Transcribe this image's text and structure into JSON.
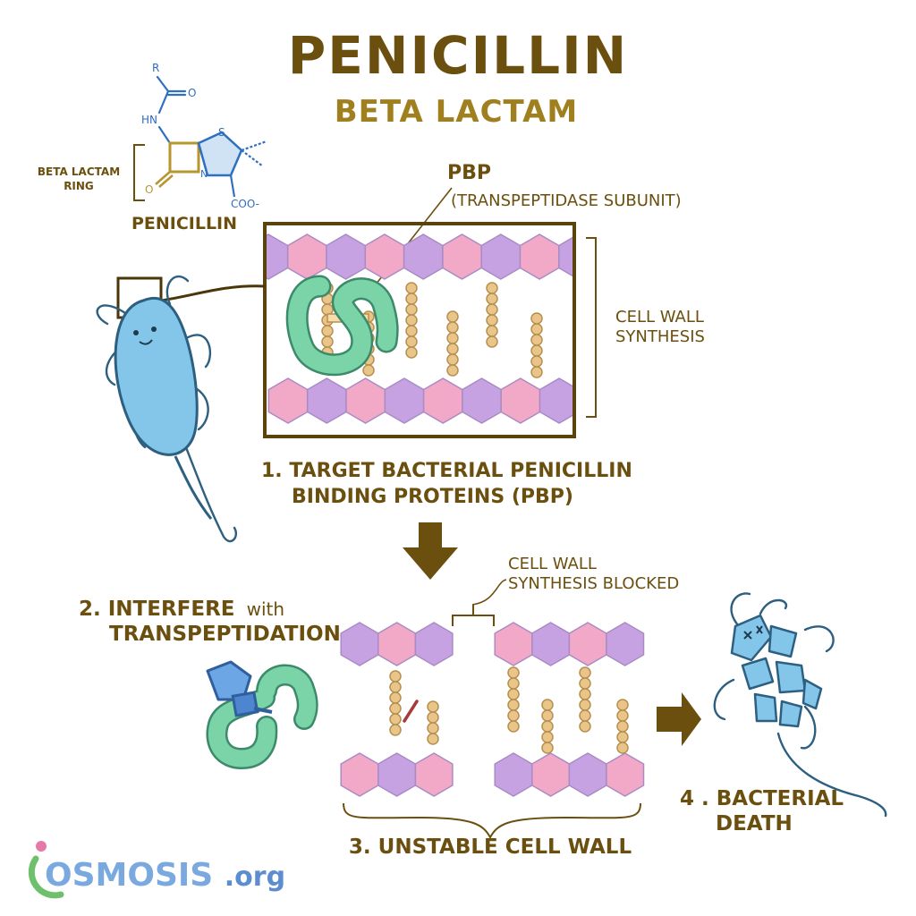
{
  "header": {
    "title": "PENICILLIN",
    "subtitle": "BETA LACTAM"
  },
  "molecule": {
    "r_group": "R",
    "amide_o": "O",
    "amide_n": "HN",
    "ring_n": "N",
    "ring_s": "S",
    "ring_o": "O",
    "carboxylate": "COO-",
    "ring_label_line1": "BETA LACTAM",
    "ring_label_line2": "RING",
    "name": "PENICILLIN"
  },
  "panel1": {
    "pbp_label": "PBP",
    "pbp_sublabel": "(TRANSPEPTIDASE SUBUNIT)",
    "bracket_label_line1": "CELL WALL",
    "bracket_label_line2": "SYNTHESIS",
    "step_line1": "1. TARGET BACTERIAL PENICILLIN",
    "step_line2": "BINDING PROTEINS (PBP)"
  },
  "panel2": {
    "step_bold": "2. INTERFERE",
    "step_with": "with",
    "step_line2": "TRANSPEPTIDATION"
  },
  "panel3": {
    "blocked_line1": "CELL WALL",
    "blocked_line2": "SYNTHESIS BLOCKED",
    "step": "3. UNSTABLE CELL WALL"
  },
  "panel4": {
    "step_line1": "4 . BACTERIAL",
    "step_line2": "DEATH"
  },
  "brand": {
    "name": "OSMOSIS",
    "suffix": ".org"
  },
  "colors": {
    "gold": "#7a5c12",
    "blue": "#2f6fc0",
    "hex_pink": "#f2a9c7",
    "hex_purple": "#c7a2e2",
    "pbp_green": "#6fcfa0",
    "bead": "#e9c58a",
    "bacterium": "#7fc1e6"
  }
}
